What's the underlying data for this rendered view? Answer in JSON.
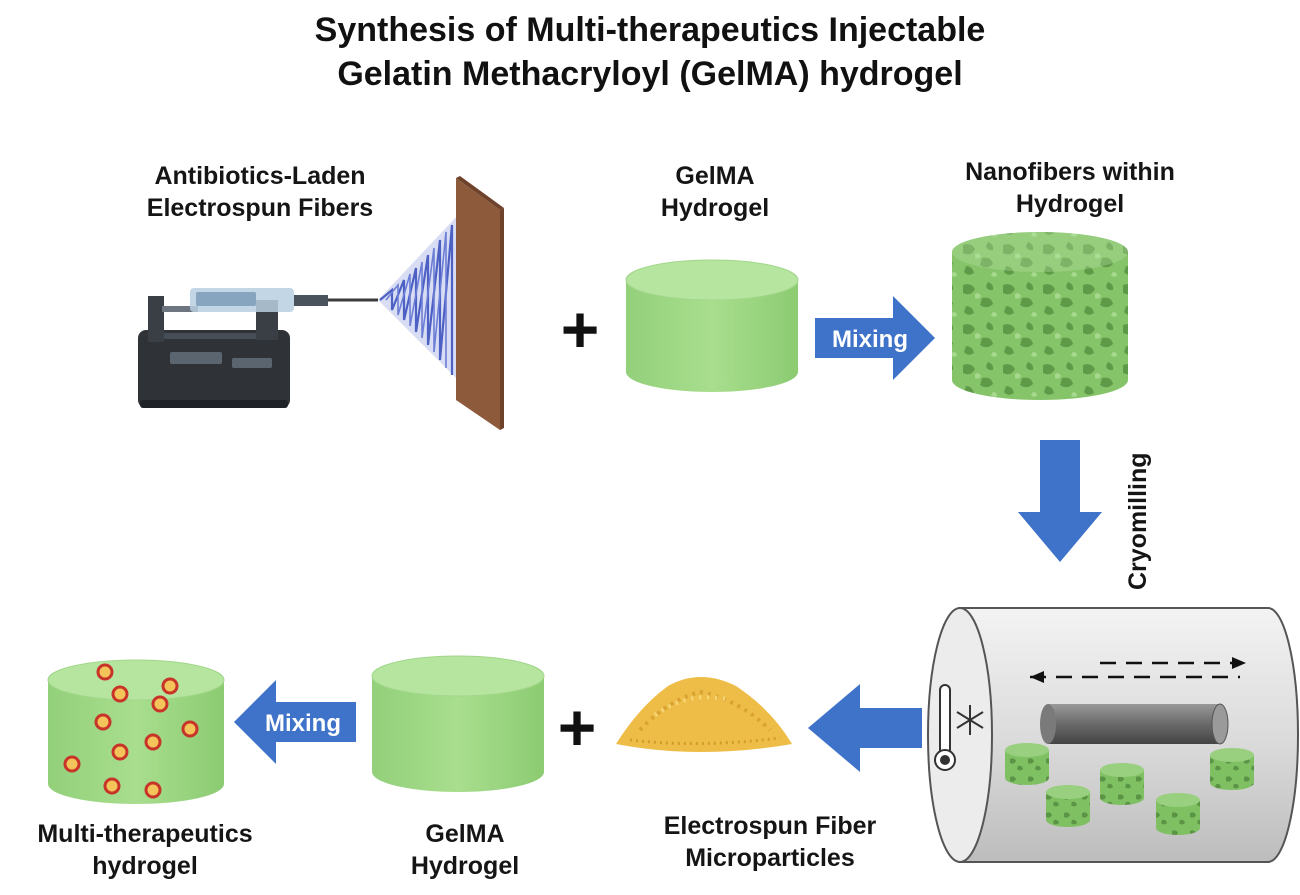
{
  "title": {
    "line1": "Synthesis of Multi-therapeutics Injectable",
    "line2": "Gelatin Methacryloyl (GelMA) hydrogel"
  },
  "top_row": {
    "fibers_label_1": "Antibiotics-Laden",
    "fibers_label_2": "Electrospun Fibers",
    "gelma_label_1": "GelMA",
    "gelma_label_2": "Hydrogel",
    "mixing": "Mixing",
    "nano_label_1": "Nanofibers within",
    "nano_label_2": "Hydrogel",
    "plus": "+"
  },
  "side": {
    "cryomilling": "Cryomilling"
  },
  "bottom_row": {
    "multi_label_1": "Multi-therapeutics",
    "multi_label_2": "hydrogel",
    "mixing": "Mixing",
    "gelma_label_1": "GelMA",
    "gelma_label_2": "Hydrogel",
    "micro_label_1": "Electrospun Fiber",
    "micro_label_2": "Microparticles",
    "plus": "+"
  },
  "colors": {
    "arrow_blue": "#3f72c9",
    "gel_green": "#a6dc8b",
    "fiber_blue": "#5a6fc9",
    "collector_brown": "#8d5a3c",
    "powder_yellow": "#f0c24e"
  }
}
